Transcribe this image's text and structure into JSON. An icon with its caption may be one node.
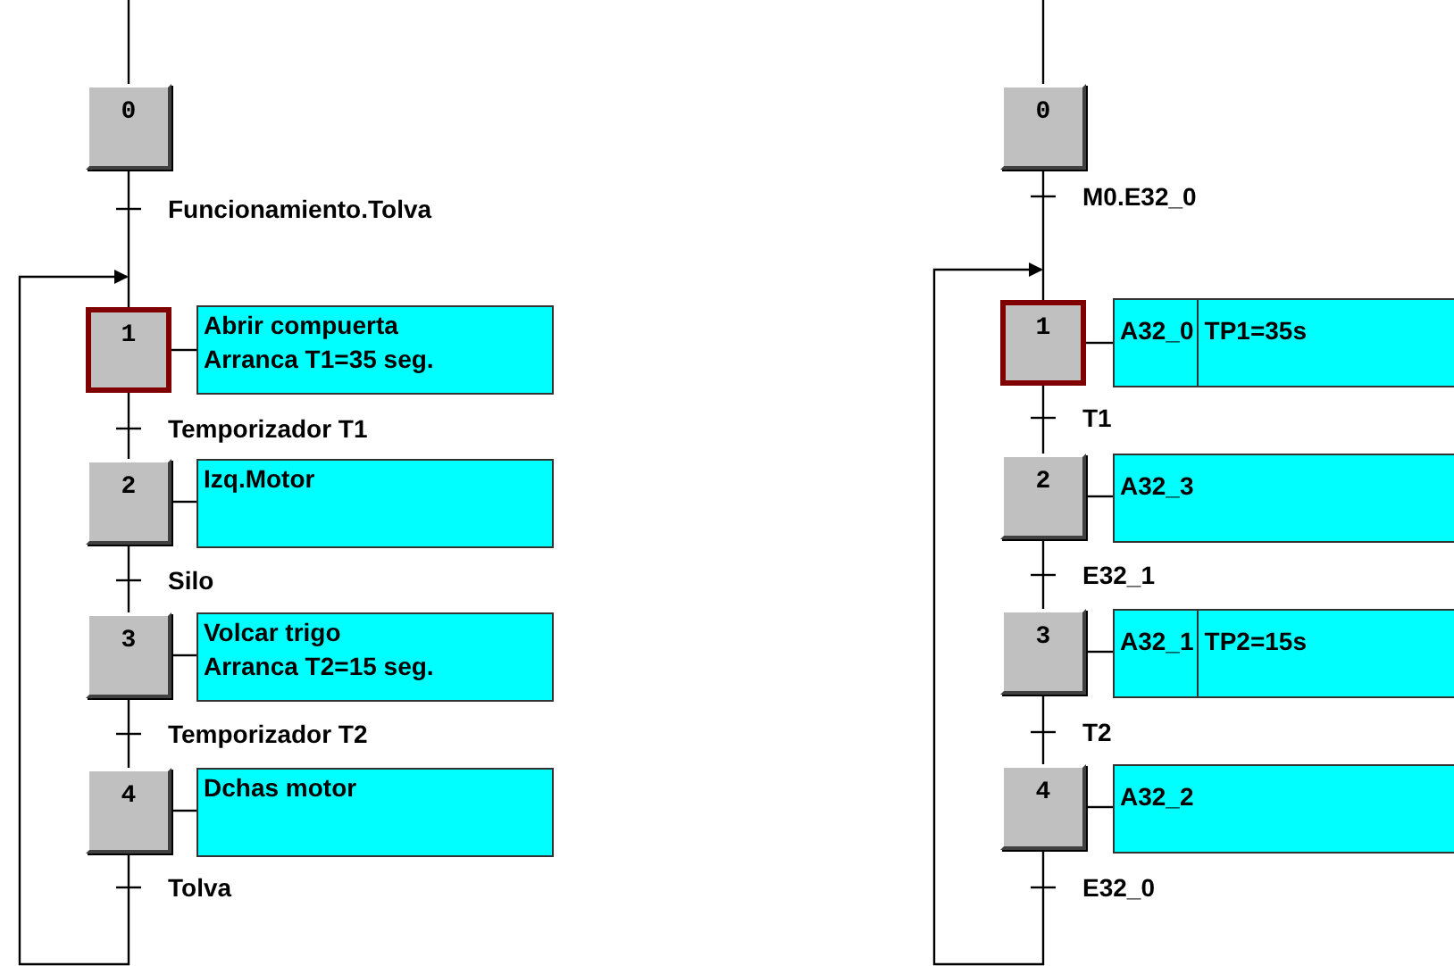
{
  "diagram": {
    "nodes": [
      {
        "text": [
          "0"
        ]
      },
      {
        "text": [
          "1"
        ]
      },
      {
        "text": [
          "Abrir compuerta",
          "Arranca T1=35 seg."
        ]
      },
      {
        "text": [
          "2"
        ]
      },
      {
        "text": [
          "Izq.Motor"
        ]
      },
      {
        "text": [
          "3"
        ]
      },
      {
        "text": [
          "Volcar trigo",
          "Arranca T2=15 seg."
        ]
      },
      {
        "text": [
          "4"
        ]
      },
      {
        "text": [
          "Dchas motor"
        ]
      },
      {
        "text": [
          "0"
        ]
      },
      {
        "text": [
          "1"
        ]
      },
      {
        "text": [
          "A32_0",
          "TP1=35s"
        ]
      },
      {
        "text": [
          "2"
        ]
      },
      {
        "text": [
          "A32_3"
        ]
      },
      {
        "text": [
          "3"
        ]
      },
      {
        "text": [
          "A32_1",
          "TP2=15s"
        ]
      },
      {
        "text": [
          "4"
        ]
      },
      {
        "text": [
          "A32_2"
        ]
      }
    ],
    "edges": [
      {
        "from": null,
        "to": 0,
        "arrow": "none"
      },
      {
        "from": 0,
        "to": 1,
        "arrow": "none",
        "label": "Funcionamiento.Tolva"
      },
      {
        "from": 1,
        "to": 2,
        "arrow": "none"
      },
      {
        "from": 1,
        "to": 3,
        "arrow": "none",
        "label": "Temporizador T1"
      },
      {
        "from": 3,
        "to": 4,
        "arrow": "none"
      },
      {
        "from": 3,
        "to": 5,
        "arrow": "none",
        "label": "Silo"
      },
      {
        "from": 5,
        "to": 6,
        "arrow": "none"
      },
      {
        "from": 5,
        "to": 7,
        "arrow": "none",
        "label": "Temporizador T2"
      },
      {
        "from": 7,
        "to": 8,
        "arrow": "none"
      },
      {
        "from": 7,
        "to": 1,
        "arrow": "to",
        "label": "Tolva"
      },
      {
        "from": null,
        "to": 9,
        "arrow": "none"
      },
      {
        "from": 9,
        "to": 10,
        "arrow": "none",
        "label": "M0.E32_0"
      },
      {
        "from": 10,
        "to": 11,
        "arrow": "none"
      },
      {
        "from": 10,
        "to": 12,
        "arrow": "none",
        "label": "T1"
      },
      {
        "from": 12,
        "to": 13,
        "arrow": "none"
      },
      {
        "from": 12,
        "to": 14,
        "arrow": "none",
        "label": "E32_1"
      },
      {
        "from": 14,
        "to": 15,
        "arrow": "none"
      },
      {
        "from": 14,
        "to": 16,
        "arrow": "none",
        "label": "T2"
      },
      {
        "from": 16,
        "to": 17,
        "arrow": "none"
      },
      {
        "from": 16,
        "to": 10,
        "arrow": "to",
        "label": "E32_0"
      }
    ]
  }
}
